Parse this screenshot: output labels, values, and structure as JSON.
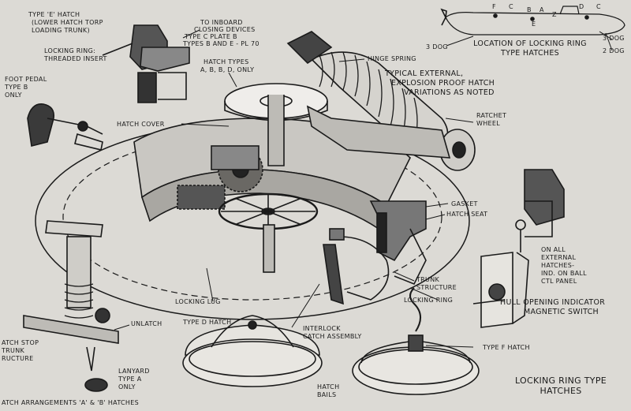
{
  "labels": {
    "type_e_hatch": "TYPE 'E' HATCH",
    "lower_hatch_torp": "(LOWER HATCH TORP",
    "loading_trunk": "LOADING TRUNK)",
    "locking_ring_threaded": "LOCKING RING:",
    "threaded_insert": "THREADED INSERT",
    "to_inboard": "TO INBOARD",
    "closing_devices": "CLOSING DEVICES",
    "type_c_plate_b": "TYPE C PLATE B",
    "types_b_and_e": "TYPES B AND E - PL 70",
    "hatch_types": "HATCH TYPES",
    "hatch_types_list": "A, B, B, D, ONLY",
    "hinge_spring": "HINGE SPRING",
    "typical_external": "TYPICAL EXTERNAL,",
    "explosion_proof": "EXPLOSION PROOF HATCH",
    "variations_noted": "VARIATIONS AS NOTED",
    "foot_pedal": "FOOT PEDAL",
    "foot_pedal_type": "TYPE B",
    "foot_pedal_only": "ONLY",
    "hatch_cover": "HATCH COVER",
    "ratchet": "RATCHET",
    "wheel": "WHEEL",
    "gasket": "GASKET",
    "hatch_seat": "HATCH SEAT",
    "on_all": "ON ALL",
    "external": "EXTERNAL",
    "hatches": "HATCHES-",
    "ind_on_ball": "IND. ON BALL",
    "ctl_panel": "CTL PANEL",
    "trunk": "TRUNK",
    "structure": "STRUCTURE",
    "locking_ring": "LOCKING RING",
    "locking_lug": "LOCKING LUG",
    "hull_opening_indicator": "HULL OPENING INDICATOR",
    "magnetic_switch": "MAGNETIC SWITCH",
    "unlatch": "UNLATCH",
    "type_d_hatch": "TYPE D HATCH",
    "interlock": "INTERLOCK",
    "catch_assembly": "CATCH ASSEMBLY",
    "type_f_hatch": "TYPE F HATCH",
    "latch_stop": "ATCH STOP",
    "trunk_partial": "TRUNK",
    "ructure": "RUCTURE",
    "lanyard": "LANYARD",
    "lanyard_type": "TYPE A",
    "lanyard_only": "ONLY",
    "hatch": "HATCH",
    "bails": "BAILS",
    "arrangements": "ATCH ARRANGEMENTS 'A' & 'B' HATCHES",
    "title_line1": "LOCKING RING TYPE",
    "title_line2": "HATCHES"
  },
  "inset": {
    "caption_line1": "LOCATION OF LOCKING RING",
    "caption_line2": "TYPE HATCHES",
    "dog3_left": "3 DOG",
    "dog3_right": "3 DOG",
    "dog2_right": "2 DOG",
    "letters": [
      "F",
      "C",
      "B",
      "A",
      "E",
      "D",
      "C",
      "Z"
    ]
  }
}
